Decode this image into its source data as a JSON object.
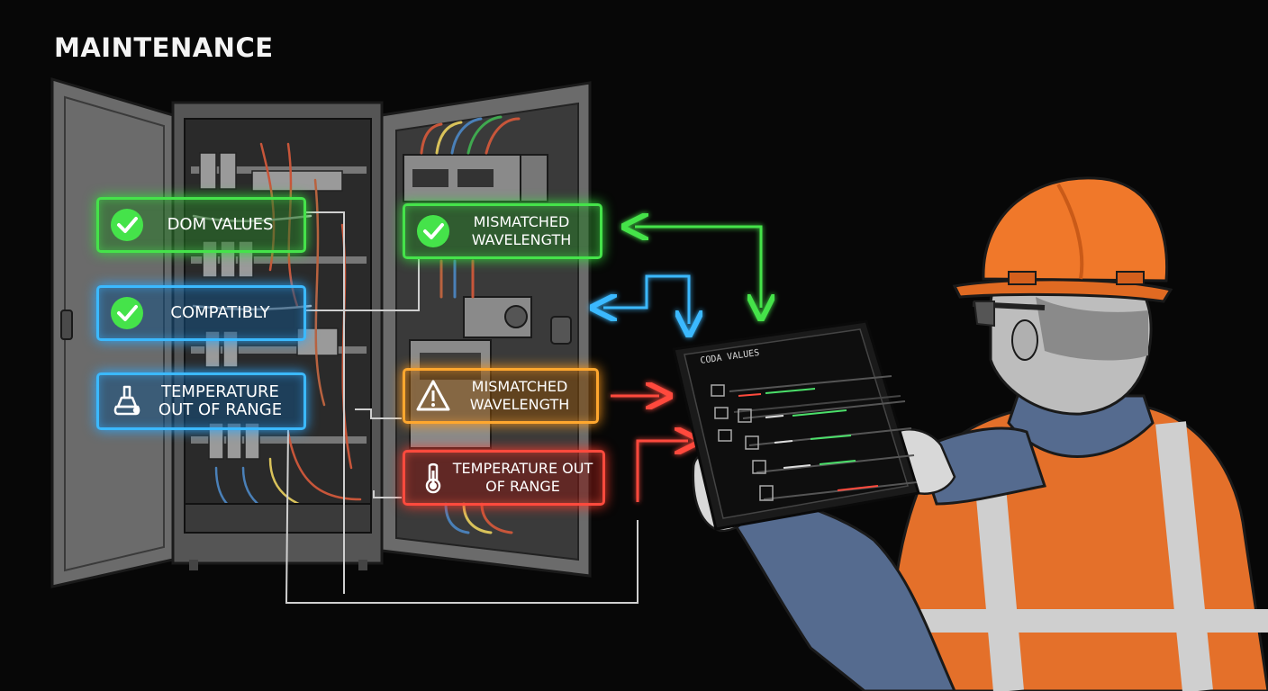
{
  "title": "MAINTENANCE",
  "status_labels": [
    {
      "text": "DOM VALUES",
      "status": "ok",
      "icon": "check-circle-icon",
      "color": "#45e34a"
    },
    {
      "text": "COMPATIBLY",
      "status": "ok",
      "icon": "check-circle-icon",
      "color": "#3bb9ff"
    },
    {
      "text": "TEMPERATURE OUT OF RANGE",
      "status": "info",
      "icon": "probe-icon",
      "color": "#3bb9ff"
    },
    {
      "text": "MISMATCHED WAVELENGTH",
      "status": "ok",
      "icon": "check-circle-icon",
      "color": "#45e34a"
    },
    {
      "text": "MISMATCHED WAVELENGTH",
      "status": "warning",
      "icon": "warning-triangle-icon",
      "color": "#ffa72e"
    },
    {
      "text": "TEMPERATURE OUT OF RANGE",
      "status": "alert",
      "icon": "thermometer-icon",
      "color": "#ff4a3d"
    }
  ],
  "tablet": {
    "header": "CODA VALUES",
    "accent_green": "#4be06a",
    "accent_red": "#ff4a3d"
  }
}
